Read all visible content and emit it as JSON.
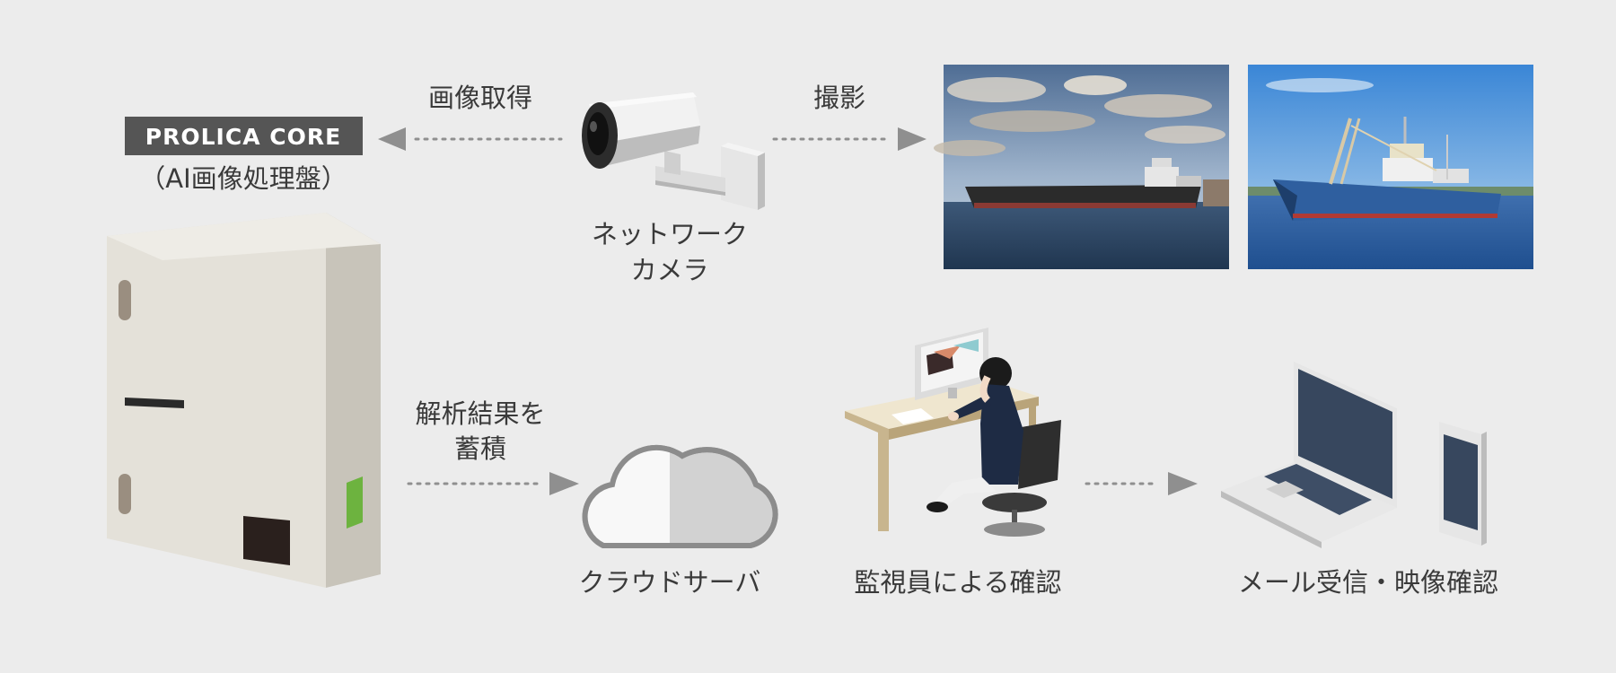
{
  "core": {
    "badge": "PROLICA CORE",
    "subtitle": "（AI画像処理盤）"
  },
  "camera": {
    "label_line1": "ネットワーク",
    "label_line2": "カメラ"
  },
  "arrows": {
    "image_capture": "画像取得",
    "shooting": "撮影",
    "store_line1": "解析結果を",
    "store_line2": "蓄積"
  },
  "cloud": {
    "label": "クラウドサーバ"
  },
  "monitor": {
    "label": "監視員による確認"
  },
  "devices": {
    "label": "メール受信・映像確認"
  },
  "colors": {
    "background": "#ececec",
    "badge_bg": "#555555",
    "arrow": "#8f8f8f",
    "panel_body": "#e3e0d8",
    "panel_side": "#c9c5bb",
    "led_green": "#6db33f",
    "device_screen": "#37475e"
  }
}
